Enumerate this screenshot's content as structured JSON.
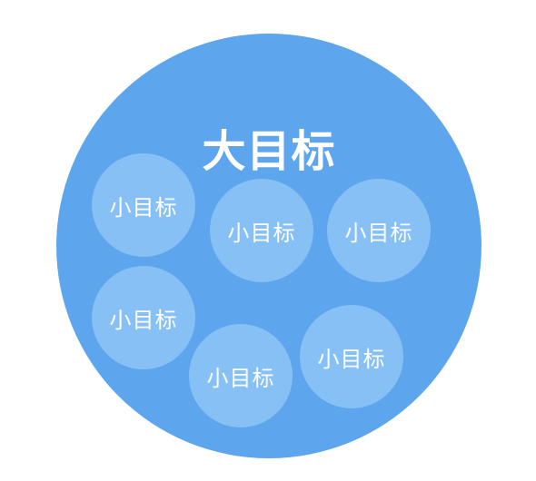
{
  "diagram": {
    "big_goal_label": "大目标",
    "small_goals": [
      {
        "label": "小目标"
      },
      {
        "label": "小目标"
      },
      {
        "label": "小目标"
      },
      {
        "label": "小目标"
      },
      {
        "label": "小目标"
      },
      {
        "label": "小目标"
      }
    ],
    "colors": {
      "big_circle": "#5da5ec",
      "small_circle": "#86c0f5",
      "text": "#ffffff"
    }
  }
}
